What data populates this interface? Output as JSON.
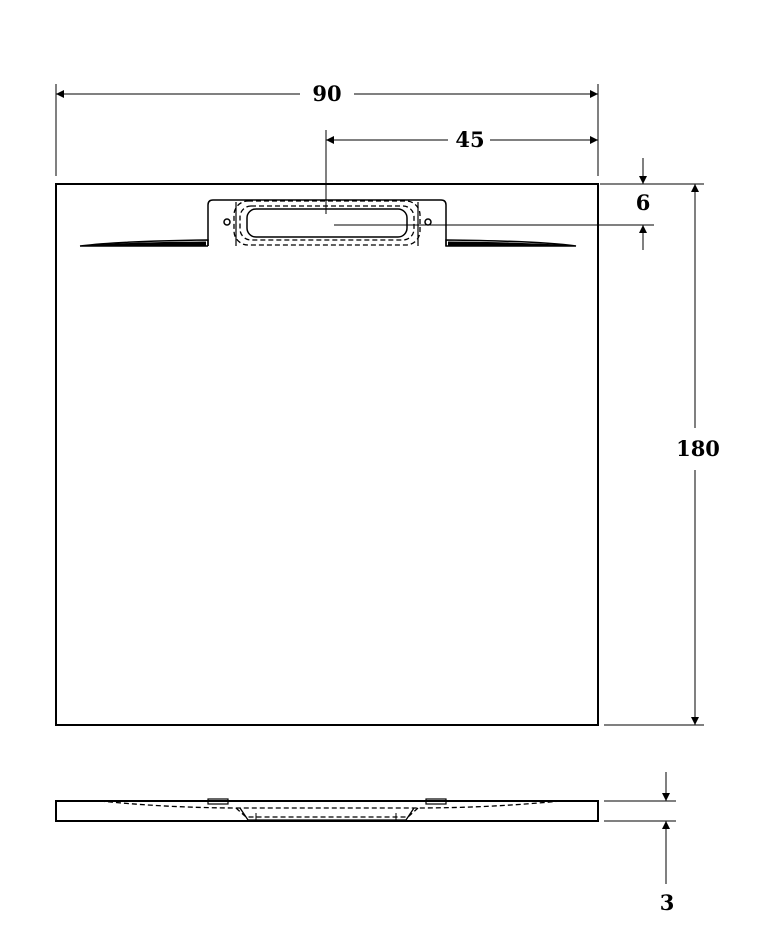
{
  "dimensions": {
    "overall_width": "90",
    "drain_offset": "45",
    "drain_depth": "6",
    "overall_length": "180",
    "thickness": "3"
  },
  "colors": {
    "line": "#000000",
    "background": "#ffffff"
  }
}
